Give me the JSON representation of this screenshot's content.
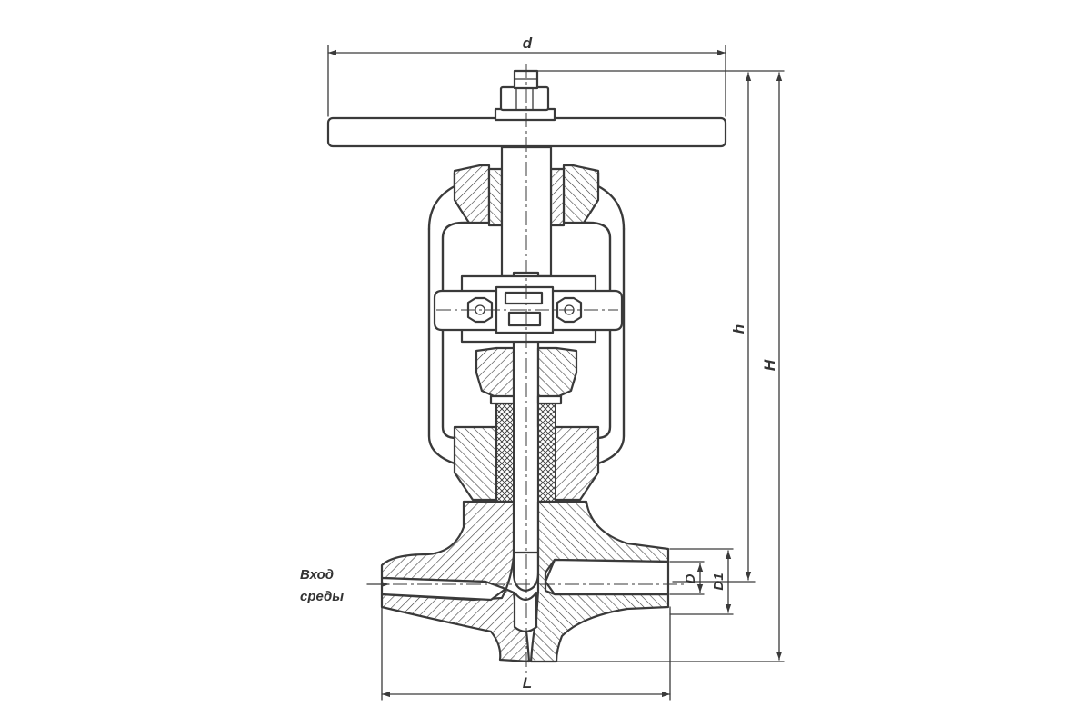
{
  "labels": {
    "handwheel_diameter": "d",
    "stem_height": "h",
    "overall_height": "H",
    "body_length": "L",
    "bore_diameter": "D",
    "pipe_outer_diameter": "D1",
    "inlet_line1": "Вход",
    "inlet_line2": "среды"
  },
  "colors": {
    "line": "#3a3a3a",
    "background": "#ffffff"
  }
}
